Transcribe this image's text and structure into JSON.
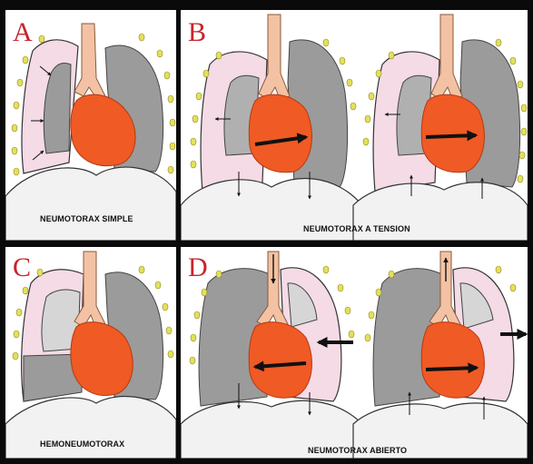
{
  "panels": [
    {
      "letter": "A",
      "caption": "NEUMOTORAX SIMPLE"
    },
    {
      "letter": "B",
      "caption": "NEUMOTORAX A TENSION"
    },
    {
      "letter": "C",
      "caption": "HEMONEUMOTORAX"
    },
    {
      "letter": "D",
      "caption": "NEUMOTORAX ABIERTO"
    }
  ],
  "colors": {
    "background": "#0a0a0a",
    "panel": "#ffffff",
    "letter": "#c8242a",
    "heart": "#f05a24",
    "lung": "#9b9b9b",
    "pleural_air": "#f4dbe6",
    "trachea": "#f3c2a4",
    "rib": "#e5e05a",
    "blood": "#bdbdbd"
  }
}
